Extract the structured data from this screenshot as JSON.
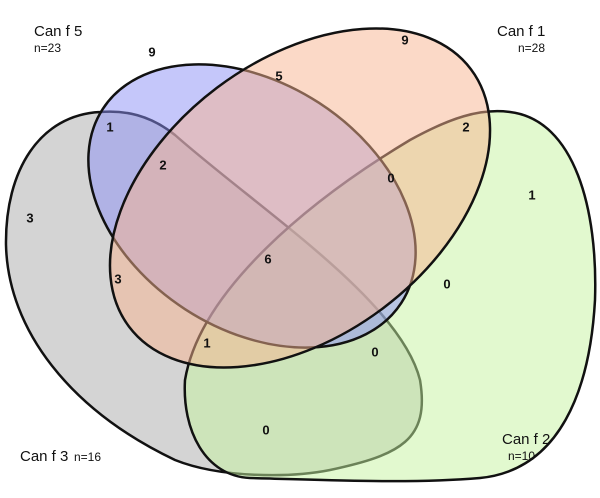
{
  "sets": [
    {
      "id": "can_f_5",
      "label": "Can f 5",
      "n": "n=23",
      "color": "#8b8ff5"
    },
    {
      "id": "can_f_1",
      "label": "Can f 1",
      "n": "n=28",
      "color": "#f7b38f"
    },
    {
      "id": "can_f_3",
      "label": "Can f 3",
      "n": "n=16",
      "color": "#a9a9a9"
    },
    {
      "id": "can_f_2",
      "label": "Can f 2",
      "n": "n=10",
      "color": "#c6f3a0"
    }
  ],
  "regions": [
    {
      "sets": [
        "Can f 5"
      ],
      "count": "9"
    },
    {
      "sets": [
        "Can f 1"
      ],
      "count": "9"
    },
    {
      "sets": [
        "Can f 5",
        "Can f 1"
      ],
      "count": "5"
    },
    {
      "sets": [
        "Can f 5",
        "Can f 3"
      ],
      "count": "1"
    },
    {
      "sets": [
        "Can f 1",
        "Can f 2"
      ],
      "count": "2"
    },
    {
      "sets": [
        "Can f 5",
        "Can f 1",
        "Can f 3"
      ],
      "count": "2"
    },
    {
      "sets": [
        "Can f 5",
        "Can f 1",
        "Can f 2"
      ],
      "count": "0"
    },
    {
      "sets": [
        "Can f 3"
      ],
      "count": "3"
    },
    {
      "sets": [
        "Can f 2"
      ],
      "count": "1"
    },
    {
      "sets": [
        "Can f 1",
        "Can f 3"
      ],
      "count": "3"
    },
    {
      "sets": [
        "Can f 5",
        "Can f 1",
        "Can f 3",
        "Can f 2"
      ],
      "count": "6"
    },
    {
      "sets": [
        "Can f 5",
        "Can f 2"
      ],
      "count": "0"
    },
    {
      "sets": [
        "Can f 1",
        "Can f 3",
        "Can f 2"
      ],
      "count": "1"
    },
    {
      "sets": [
        "Can f 5",
        "Can f 3",
        "Can f 2"
      ],
      "count": "0"
    },
    {
      "sets": [
        "Can f 3",
        "Can f 2"
      ],
      "count": "0"
    }
  ]
}
